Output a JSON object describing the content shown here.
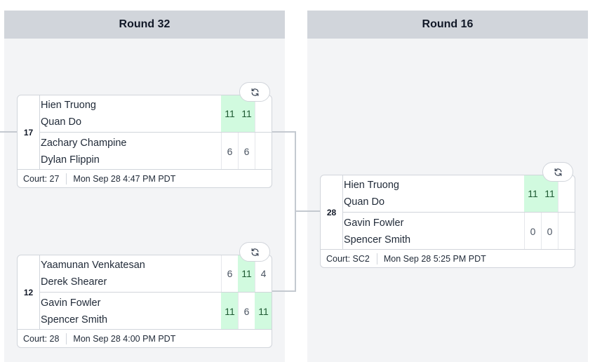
{
  "rounds": [
    {
      "title": "Round 32"
    },
    {
      "title": "Round 16"
    }
  ],
  "matches": [
    {
      "number": "17",
      "team_a": {
        "p1": "Hien Truong",
        "p2": "Quan Do",
        "scores": [
          "11",
          "11",
          ""
        ]
      },
      "team_b": {
        "p1": "Zachary Champine",
        "p2": "Dylan Flippin",
        "scores": [
          "6",
          "6",
          ""
        ]
      },
      "court": "Court: 27",
      "time": "Mon Sep 28 4:47 PM PDT"
    },
    {
      "number": "12",
      "team_a": {
        "p1": "Yaamunan Venkatesan",
        "p2": "Derek Shearer",
        "scores": [
          "6",
          "11",
          "4"
        ]
      },
      "team_b": {
        "p1": "Gavin Fowler",
        "p2": "Spencer Smith",
        "scores": [
          "11",
          "6",
          "11"
        ]
      },
      "court": "Court: 28",
      "time": "Mon Sep 28 4:00 PM PDT"
    },
    {
      "number": "28",
      "team_a": {
        "p1": "Hien Truong",
        "p2": "Quan Do",
        "scores": [
          "11",
          "11",
          ""
        ]
      },
      "team_b": {
        "p1": "Gavin Fowler",
        "p2": "Spencer Smith",
        "scores": [
          "0",
          "0",
          ""
        ]
      },
      "court": "Court: SC2",
      "time": "Mon Sep 28 5:25 PM PDT"
    }
  ],
  "icons": {
    "refresh": "refresh-icon"
  },
  "colors": {
    "win_bg": "#d1fadf",
    "win_text": "#1e5a32",
    "header_bg": "#d1d5db",
    "column_bg": "#f3f4f6"
  }
}
